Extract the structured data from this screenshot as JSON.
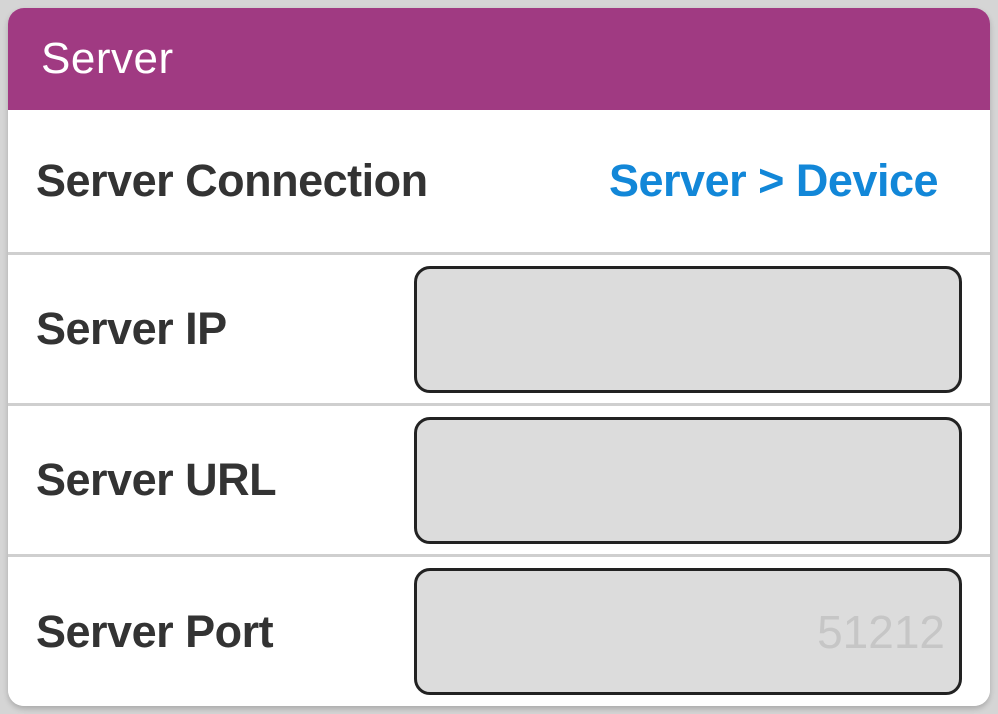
{
  "header": {
    "title": "Server"
  },
  "rows": {
    "connection": {
      "label": "Server Connection",
      "value": "Server > Device"
    },
    "ip": {
      "label": "Server IP",
      "value": ""
    },
    "url": {
      "label": "Server URL",
      "value": ""
    },
    "port": {
      "label": "Server Port",
      "value": "",
      "placeholder": "51212"
    }
  },
  "colors": {
    "header_bg": "#a03a82",
    "accent_blue": "#1287d8",
    "label_text": "#333333",
    "input_bg": "#dcdcdc",
    "input_border": "#222222",
    "placeholder_text": "#c6c6c6",
    "divider": "#cfcfcf",
    "page_bg": "#d5d5d5",
    "card_bg": "#ffffff"
  }
}
